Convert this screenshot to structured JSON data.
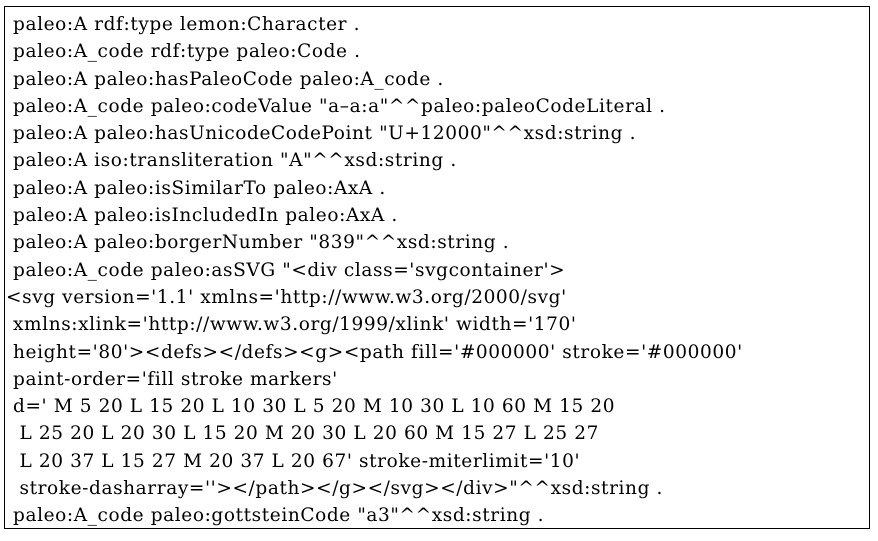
{
  "listing": {
    "lines": [
      "paleo:A rdf:type lemon:Character .",
      "paleo:A_code rdf:type paleo:Code .",
      "paleo:A paleo:hasPaleoCode paleo:A_code .",
      "paleo:A_code paleo:codeValue \"a–a:a\"^^paleo:paleoCodeLiteral .",
      "paleo:A paleo:hasUnicodeCodePoint \"U+12000\"^^xsd:string .",
      "paleo:A iso:transliteration \"A\"^^xsd:string .",
      "paleo:A paleo:isSimilarTo paleo:AxA .",
      "paleo:A paleo:isIncludedIn paleo:AxA .",
      "paleo:A paleo:borgerNumber \"839\"^^xsd:string .",
      "paleo:A_code paleo:asSVG \"<div class='svgcontainer'>",
      "<svg version='1.1' xmlns='http://www.w3.org/2000/svg'",
      "xmlns:xlink='http://www.w3.org/1999/xlink' width='170'",
      "height='80'><defs></defs><g><path fill='#000000' stroke='#000000'",
      "paint-order='fill stroke markers'",
      "d=' M 5 20 L 15 20 L 10 30 L 5 20 M 10 30 L 10 60 M 15 20",
      " L 25 20 L 20 30 L 15 20 M 20 30 L 20 60 M 15 27 L 25 27",
      " L 20 37 L 15 27 M 20 37 L 20 67' stroke-miterlimit='10'",
      " stroke-dasharray=''></path></g></svg></div>\"^^xsd:string .",
      "paleo:A_code paleo:gottsteinCode \"a3\"^^xsd:string ."
    ]
  }
}
